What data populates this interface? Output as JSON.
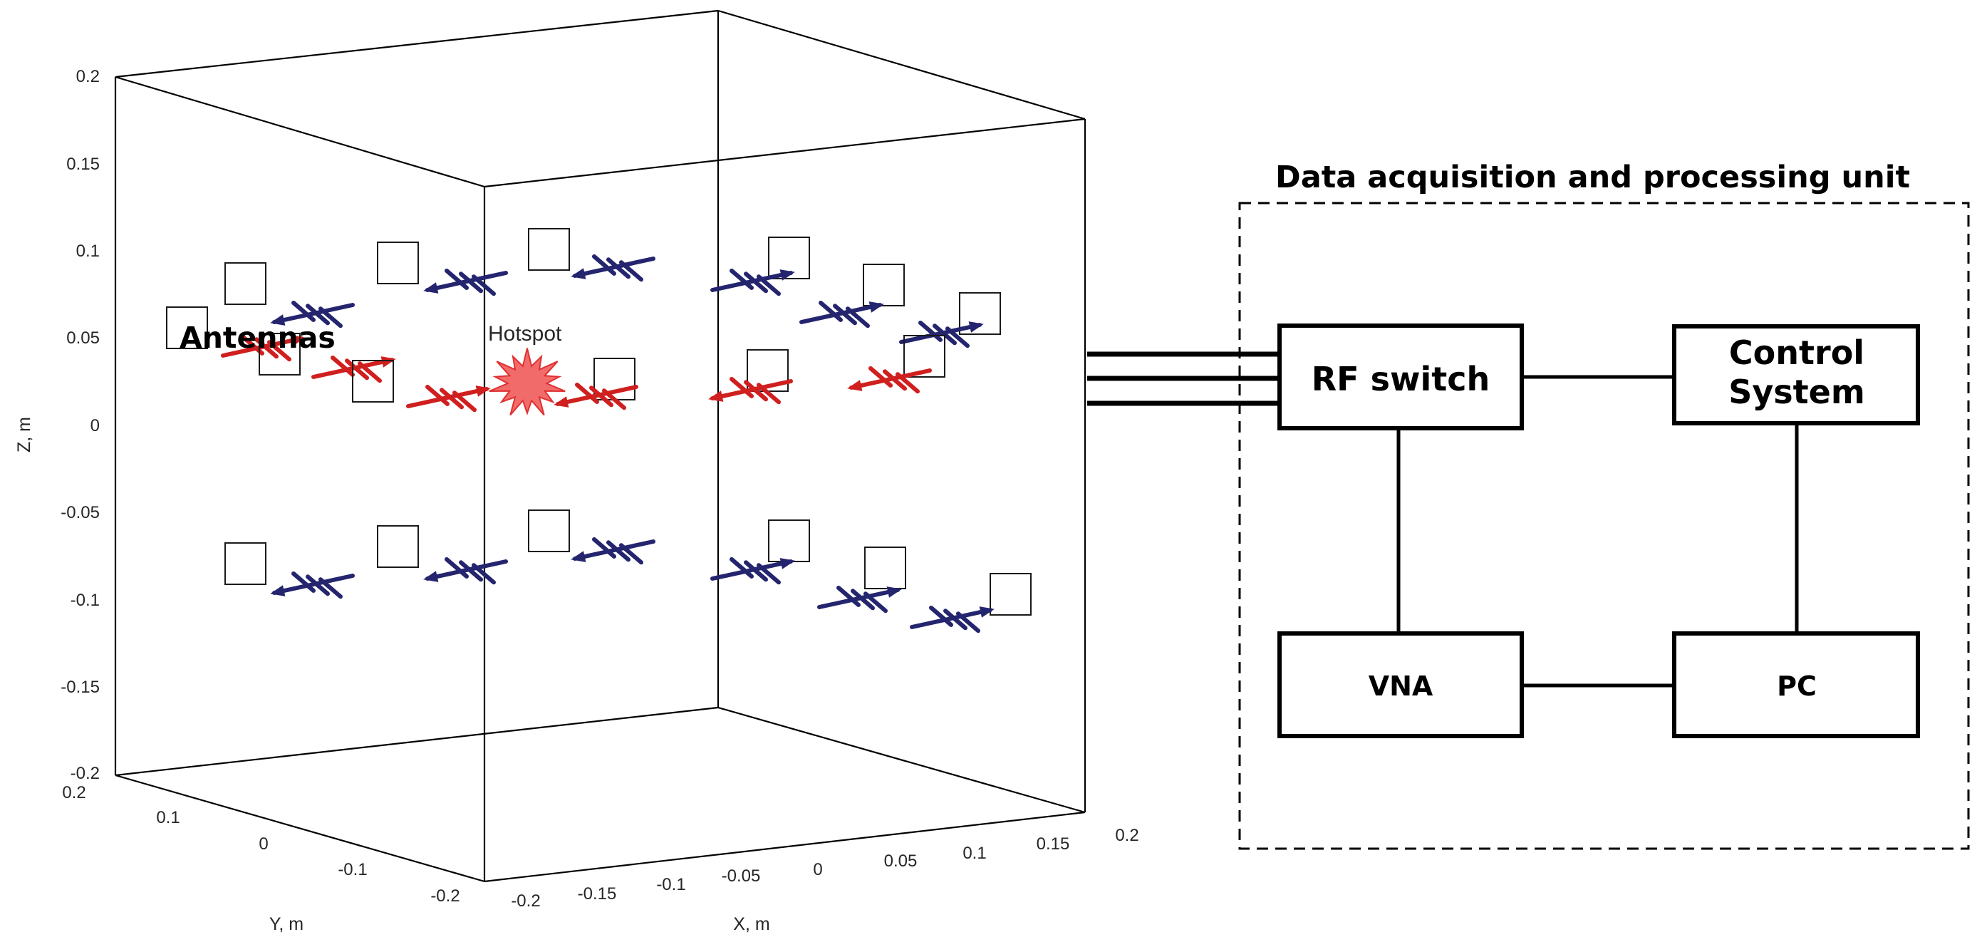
{
  "axes": {
    "z_label": "Z, m",
    "y_label": "Y, m",
    "x_label": "X, m",
    "z_ticks": [
      "0.2",
      "0.15",
      "0.1",
      "0.05",
      "0",
      "-0.05",
      "-0.1",
      "-0.15",
      "-0.2"
    ],
    "y_ticks": [
      "0.2",
      "0.1",
      "0",
      "-0.1",
      "-0.2"
    ],
    "x_ticks": [
      "-0.2",
      "-0.15",
      "-0.1",
      "-0.05",
      "0",
      "0.05",
      "0.1",
      "0.15",
      "0.2"
    ]
  },
  "labels": {
    "antennas": "Antennas",
    "hotspot": "Hotspot"
  },
  "unit": {
    "title": "Data acquisition and processing unit",
    "rf_switch": "RF switch",
    "control_line1": "Control",
    "control_line2": "System",
    "vna": "VNA",
    "pc": "PC"
  },
  "colors": {
    "antenna_red": "#d01f1f",
    "antenna_blue": "#24256e",
    "hotspot_fill": "#f26b6b",
    "hotspot_stroke": "#e03030"
  }
}
